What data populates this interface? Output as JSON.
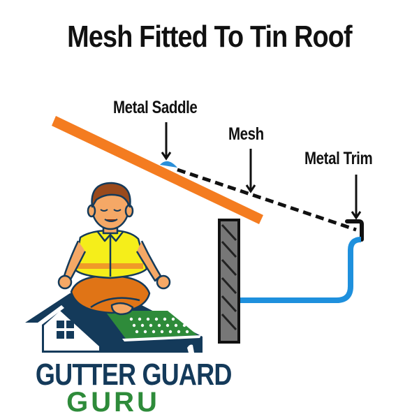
{
  "title": "Mesh Fitted To Tin Roof",
  "labels": {
    "saddle": "Metal Saddle",
    "mesh": "Mesh",
    "trim": "Metal Trim"
  },
  "brand": {
    "line1": "GUTTER GUARD",
    "line2": "GURU"
  },
  "colors": {
    "roof": "#f47c20",
    "saddle": "#2a8fd9",
    "gutter": "#1e90dd",
    "fascia": "#777777",
    "brand_navy": "#143a5a",
    "brand_green": "#2e8b3a",
    "shirt": "#f5ee1a",
    "pants": "#e07416",
    "skin": "#f5a866",
    "hair": "#9a4a1c"
  },
  "icons": {
    "roof": "roof-sheet",
    "saddle": "metal-saddle",
    "mesh": "mesh-dashed-line",
    "trim": "metal-trim",
    "gutter": "gutter-profile",
    "fascia": "fascia-board",
    "mascot": "meditating-man",
    "logo": "house-logo"
  }
}
